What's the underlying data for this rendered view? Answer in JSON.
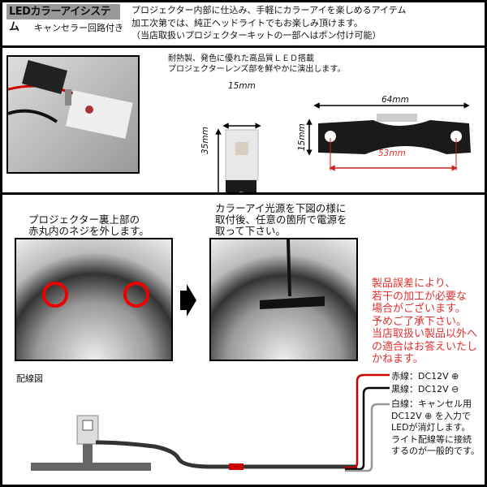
{
  "header": {
    "title": "LEDカラーアイシステム",
    "subtitle": "キャンセラー回路付き",
    "description": "プロジェクター内部に仕込み、手軽にカラーアイを楽しめるアイテム\n加工次第では、純正ヘッドライトでもお楽しみ頂けます。\n（当店取扱いプロジェクターキットの一部へはポン付け可能）"
  },
  "product": {
    "feature_text": "耐熱製、発色に優れた高品質ＬＥＤ搭載\nプロジェクターレンズ部を鮮やかに演出します。",
    "dim_width": "15mm",
    "dim_height": "35mm",
    "dim_length": "64mm",
    "dim_side_height": "15mm",
    "dim_hole_pitch": "53mm"
  },
  "steps": [
    {
      "text": "プロジェクター裏上部の\n赤丸内のネジを外します。"
    },
    {
      "text": "カラーアイ光源を下図の様に\n取付後、任意の箇所で電源を\n取って下さい。"
    }
  ],
  "notice": "製品誤差により、\n若干の加工が必要な\n場合がございます。\n予めご了承下さい。\n当店取扱い製品以外へ\nの適合はお答えいたし\nかねます。",
  "wiring": {
    "label": "配線図",
    "red": "赤線：DC12V ⊕",
    "black": "黒線：DC12V ⊖",
    "white": "白線：キャンセル用\nDC12V ⊕ を入力で\nLEDが消灯します。\nライト配線等に接続\nするのが一般的です。"
  },
  "colors": {
    "accent_red": "#e03030",
    "title_bg": "#999999"
  }
}
